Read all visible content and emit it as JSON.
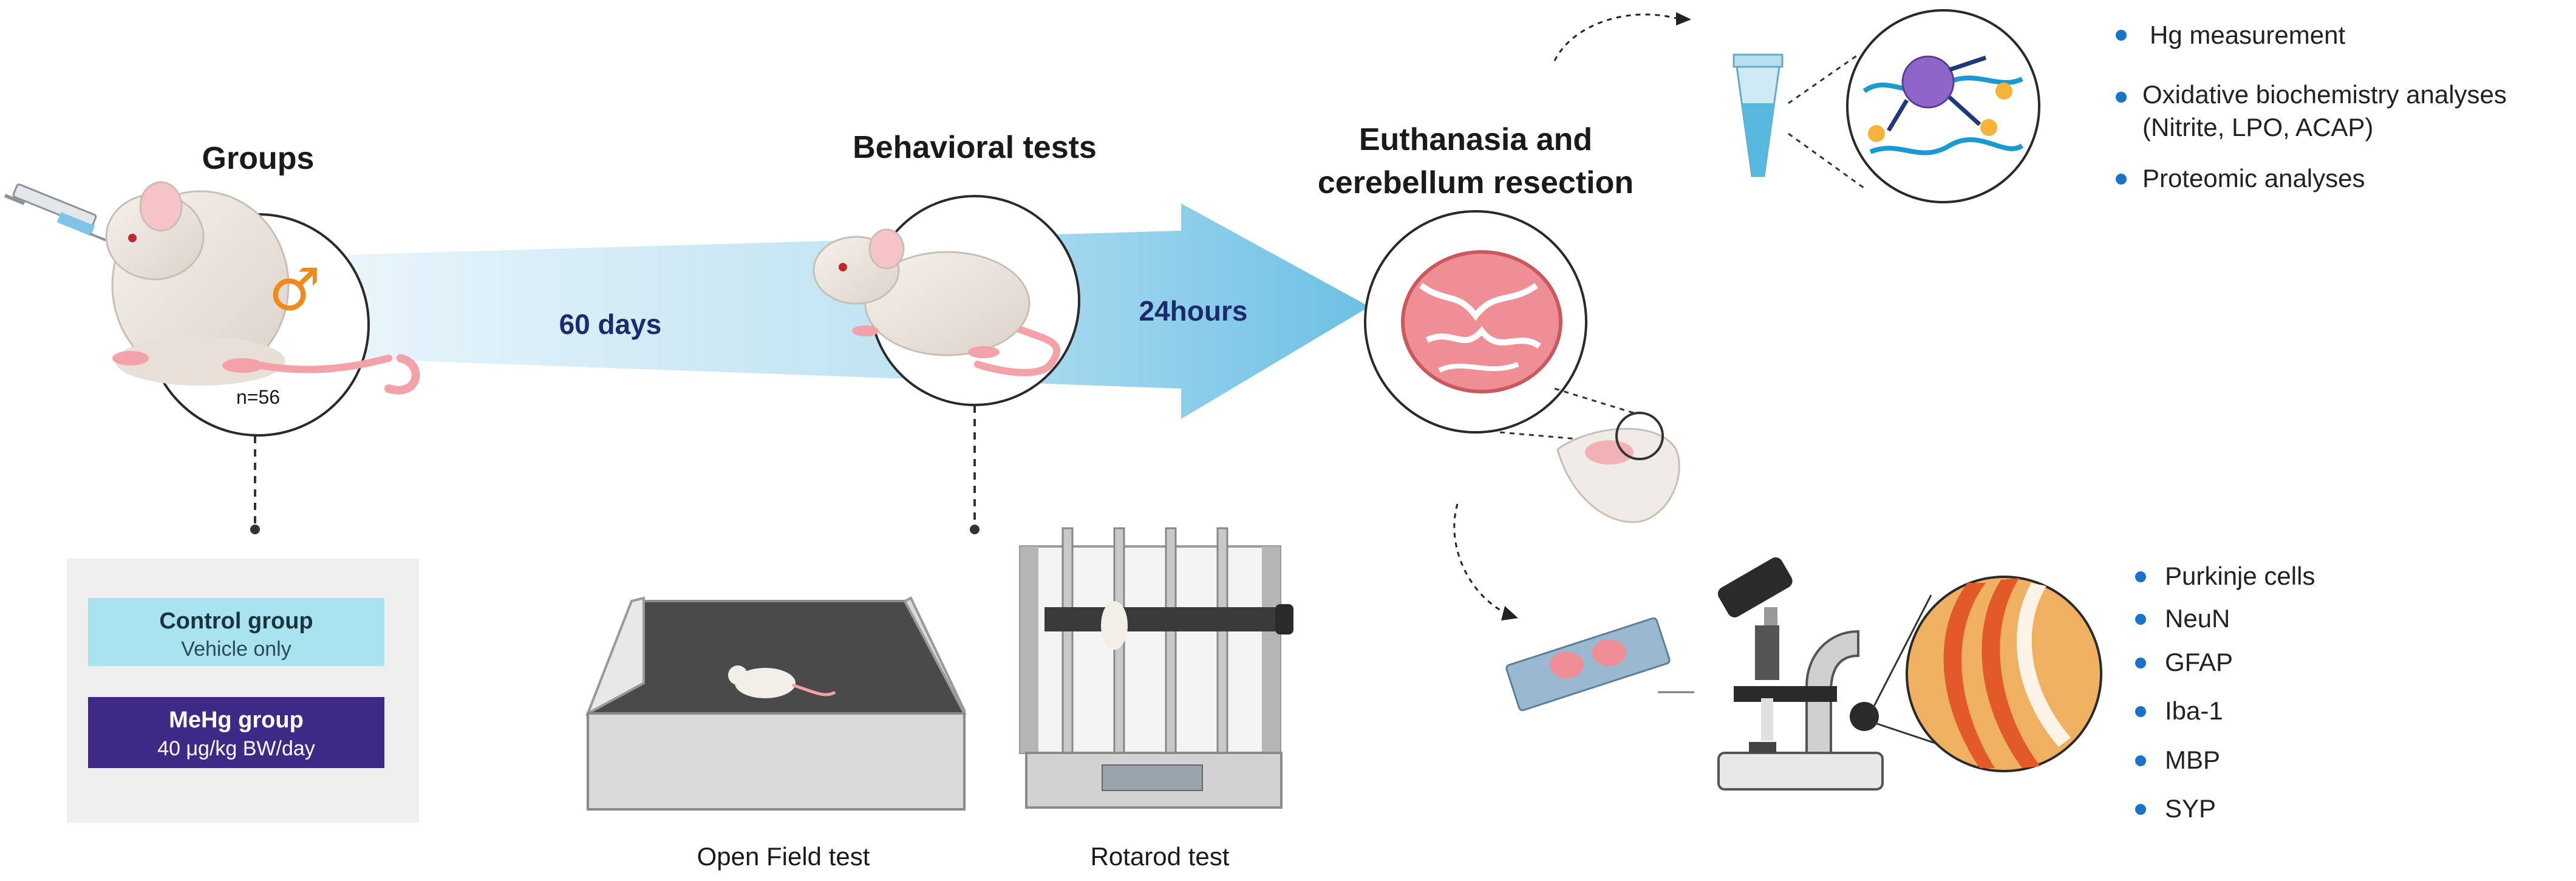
{
  "colors": {
    "arrow_navy": "#1e2a6e",
    "arrow_blue": "#3aa8d8",
    "bullet_blue": "#1a73c8",
    "control_bg": "#a9e3ef",
    "mehg_bg": "#3e2a86",
    "panel_gray": "#efefef",
    "male_symbol": "#f08a1c",
    "tissue_pink": "#ef8f95"
  },
  "groups": {
    "title": "Groups",
    "male_symbol": "♂",
    "sample_size": "n=56",
    "icons": [
      "syringe-icon",
      "rat-icon"
    ],
    "control": {
      "title": "Control group",
      "subtitle": "Vehicle only"
    },
    "mehg": {
      "title": "MeHg group",
      "subtitle": "40 μg/kg BW/day"
    }
  },
  "arrows": {
    "first_label": "60 days",
    "second_label": "24hours"
  },
  "behavioral": {
    "title": "Behavioral tests",
    "open_field_label": "Open Field test",
    "rotarod_label": "Rotarod test"
  },
  "euthanasia": {
    "title_line1": "Euthanasia and",
    "title_line2": "cerebellum resection"
  },
  "biochem": {
    "items": [
      "Hg measurement",
      "Oxidative biochemistry analyses",
      "(Nitrite, LPO, ACAP)",
      "Proteomic analyses"
    ]
  },
  "histology": {
    "items": [
      "Purkinje cells",
      "NeuN",
      "GFAP",
      "Iba-1",
      "MBP",
      "SYP"
    ]
  }
}
